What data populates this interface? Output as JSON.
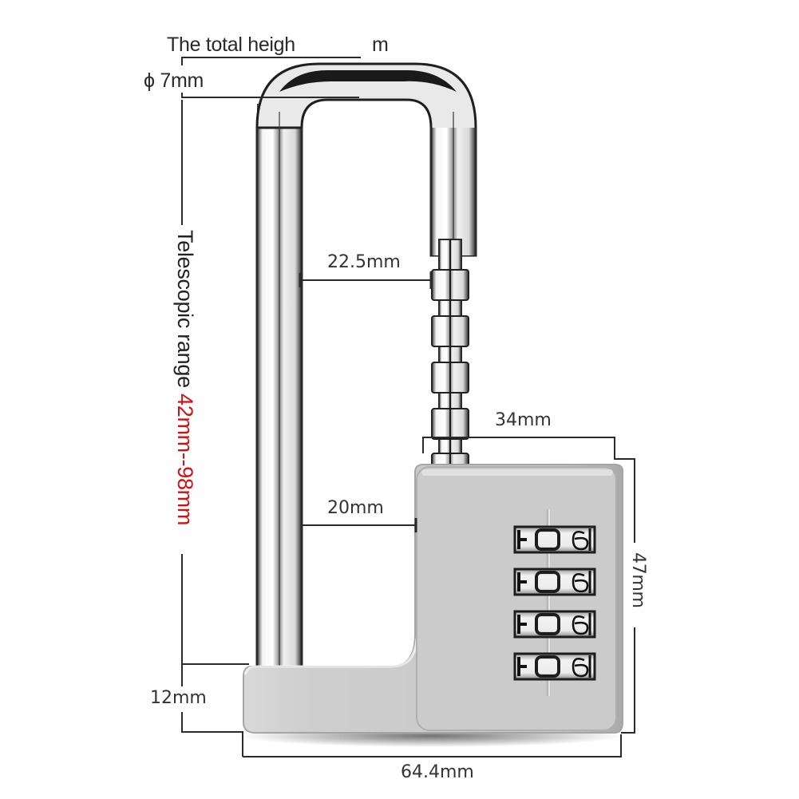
{
  "figure": {
    "subject": "Extendable long-shackle 4-digit combination padlock",
    "colors": {
      "background": "#ffffff",
      "dimension_line": "#2a2a2a",
      "highlight_red": "#d40f0f",
      "body_silver": "#c9c9c9",
      "shackle_chrome": "#e8e8e8"
    }
  },
  "labels": {
    "total_height_left": "The total heigh",
    "total_height_right": "m",
    "shackle_diameter": "ϕ 7mm",
    "telescopic_prefix": "Telescopic range ",
    "telescopic_range": "42mm--98mm",
    "inner_width_upper": "22.5mm",
    "inner_width_lower": "20mm",
    "body_top_width": "34mm",
    "body_height": "47mm",
    "base_height": "12mm",
    "total_width": "64.4mm"
  },
  "dials": {
    "count": 4,
    "rows": [
      {
        "left": "F",
        "center": "0",
        "right": "6"
      },
      {
        "left": "F",
        "center": "0",
        "right": "6"
      },
      {
        "left": "F",
        "center": "0",
        "right": "6"
      },
      {
        "left": "F",
        "center": "0",
        "right": "6"
      }
    ]
  }
}
